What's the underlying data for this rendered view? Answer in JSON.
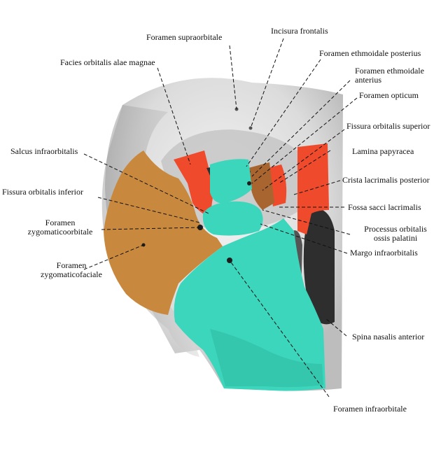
{
  "colors": {
    "background": "#ffffff",
    "zygomatic": "#c8893e",
    "maxilla": "#3cd6bd",
    "sphenoid": "#ef4a2c",
    "palatine_lacrimal": "#a86530",
    "frontal_bone": "#e4e4e4",
    "leader_line": "#111111"
  },
  "labels": {
    "foramen_supraorbitale": "Foramen supraorbitale",
    "incisura_frontalis": "Incisura frontalis",
    "facies_orbitalis": "Facies orbitalis alae magnae",
    "foramen_ethmoidale_posterius": "Foramen ethmoidale posterius",
    "foramen_ethmoidale_anterius_1": "Foramen ethmoidale",
    "foramen_ethmoidale_anterius_2": "anterius",
    "foramen_opticum": "Foramen opticum",
    "fissura_orbitalis_superior": "Fissura orbitalis superior",
    "salcus_infraorbitalis": "Salcus infraorbitalis",
    "lamina_papyracea": "Lamina papyracea",
    "crista_lacrimalis_posterior": "Crista lacrimalis posterior",
    "fissura_orbitalis_inferior": "Fissura orbitalis inferior",
    "fossa_sacci_lacrimalis": "Fossa sacci lacrimalis",
    "foramen_zygomaticoorbitale_1": "Foramen",
    "foramen_zygomaticoorbitale_2": "zygomaticoorbitale",
    "processus_orbitalis_1": "Processus orbitalis",
    "processus_orbitalis_2": "ossis palatini",
    "margo_infraorbitalis": "Margo infraorbitalis",
    "foramen_zygomaticofaciale_1": "Foramen",
    "foramen_zygomaticofaciale_2": "zygomaticofaciale",
    "spina_nasalis_anterior": "Spina nasalis anterior",
    "foramen_infraorbitale": "Foramen infraorbitale"
  }
}
